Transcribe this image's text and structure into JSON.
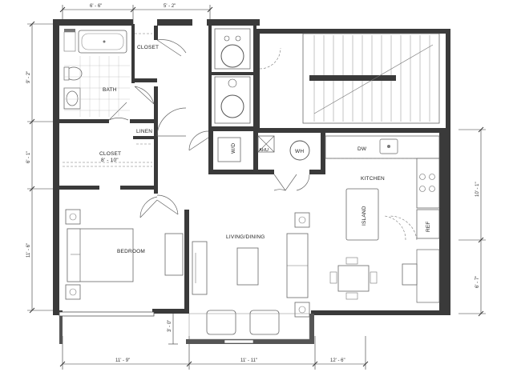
{
  "rooms": {
    "closet_top": "CLOSET",
    "bath": "BATH",
    "linen": "LINEN",
    "closet": "CLOSET",
    "closet_size": "8' - 10\"",
    "bedroom": "BEDROOM",
    "living_dining": "LIVING/DINING",
    "kitchen": "KITCHEN",
    "island": "ISLAND"
  },
  "fixtures": {
    "wd": "W/D",
    "ahu": "AHU",
    "wh": "WH",
    "dw": "DW",
    "ref": "REF"
  },
  "dimensions": {
    "top_left": "6' - 6\"",
    "top_mid": "5' - 2\"",
    "left_1": "9' - 2\"",
    "left_2": "6' - 1\"",
    "left_3": "11' - 6\"",
    "balcony_depth": "3' - 0\"",
    "bottom_1": "11' - 9\"",
    "bottom_2": "11' - 11\"",
    "bottom_3": "12' - 6\"",
    "right_1": "10' - 1\"",
    "right_2": "6' - 7\""
  }
}
